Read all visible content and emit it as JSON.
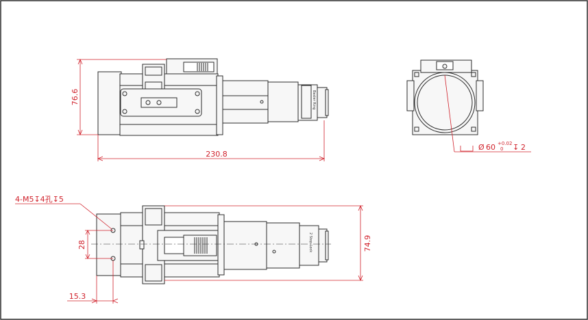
{
  "colors": {
    "line": "#2b2b2b",
    "dim": "#d0202a",
    "body_fill": "#f7f7f7",
    "dark_fill": "#333333"
  },
  "top_view": {
    "height_dim": "76.6",
    "length_dim": "230.8",
    "lens_marking": "Basler Ring"
  },
  "front_view": {
    "bore_callout": {
      "diameter_symbol": "Ø",
      "diameter": "60",
      "tol_upper": "+0.02",
      "tol_lower": "0",
      "depth_symbol": "↧",
      "depth": "2"
    }
  },
  "bottom_view": {
    "thread_callout": "4-M5↧4孔↧5",
    "hole_spacing_dim": "28",
    "height_dim": "74.9",
    "offset_dim": "15.3",
    "lens_marking": "2 Stop Lock"
  }
}
